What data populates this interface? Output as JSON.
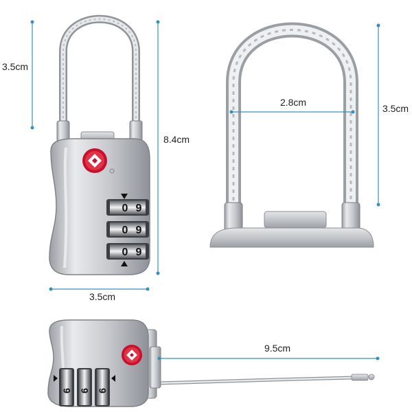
{
  "dimensions": {
    "front_shackle_height": "3.5cm",
    "body_height": "8.4cm",
    "body_width": "3.5cm",
    "closeup_shackle_width": "2.8cm",
    "closeup_shackle_height": "3.5cm",
    "cable_length": "9.5cm"
  },
  "dial_digits": {
    "front_rows": [
      [
        "0",
        "9"
      ],
      [
        "0",
        "9"
      ],
      [
        "0",
        "9"
      ]
    ],
    "side_columns": [
      "6",
      "6",
      "6"
    ]
  },
  "colors": {
    "measure_line": "#3a8fb7",
    "tsa_red": "#c8102e",
    "lock_silver": "#c9ccd0"
  },
  "icons": [
    "tsa-lock-logo-icon",
    "dial-arrow-icon"
  ]
}
